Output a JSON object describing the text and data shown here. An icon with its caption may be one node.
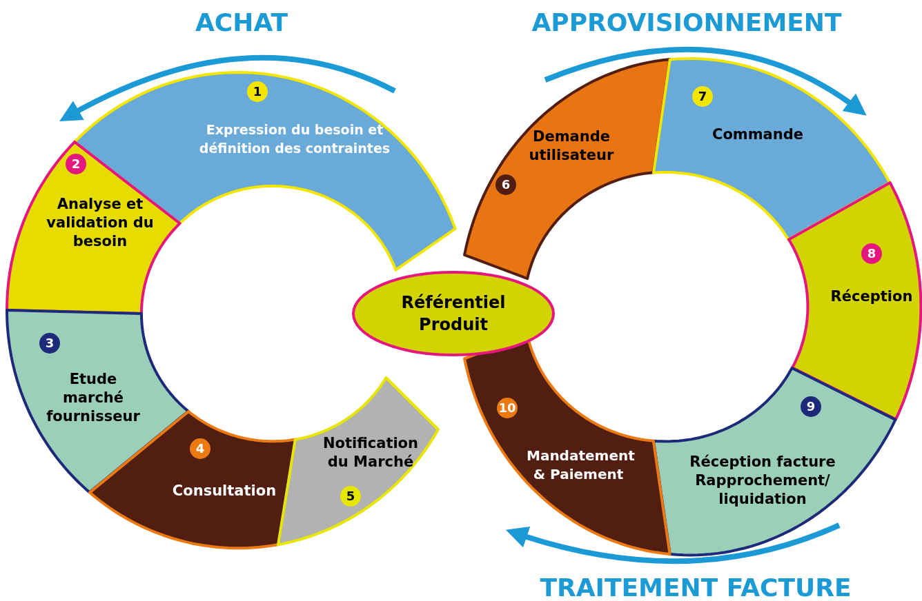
{
  "diagram": {
    "nodes": [
      {
        "text": [
          "1",
          "Expression du besoin et définition des contraintes"
        ]
      },
      {
        "text": [
          "2",
          "Analyse et validation du besoin"
        ]
      },
      {
        "text": [
          "3",
          "Etude marché fournisseur"
        ]
      },
      {
        "text": [
          "4",
          "Consultation"
        ]
      },
      {
        "text": [
          "Notification du Marché",
          "5"
        ]
      },
      {
        "text": [
          "6",
          "Demande utilisateur"
        ]
      },
      {
        "text": [
          "7",
          "Commande"
        ]
      },
      {
        "text": [
          "8",
          "Réception"
        ]
      },
      {
        "text": [
          "9",
          "Réception facture Rapprochement/ liquidation"
        ]
      },
      {
        "text": [
          "10",
          "Mandatement & Paiement"
        ]
      },
      {
        "text": [
          "Référentiel Produit"
        ]
      }
    ],
    "labels": [
      "ACHAT",
      "APPROVISIONNEMENT",
      "TRAITEMENT FACTURE"
    ]
  }
}
